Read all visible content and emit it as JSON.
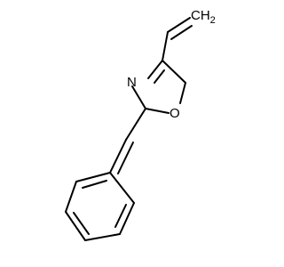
{
  "structure": {
    "atoms": {
      "nitrogen": "N",
      "oxygen": "O",
      "ch2": "CH",
      "ch2_subscript": "2"
    },
    "colors": {
      "bond": "#000000",
      "label": "#000000",
      "background": "#ffffff"
    }
  }
}
